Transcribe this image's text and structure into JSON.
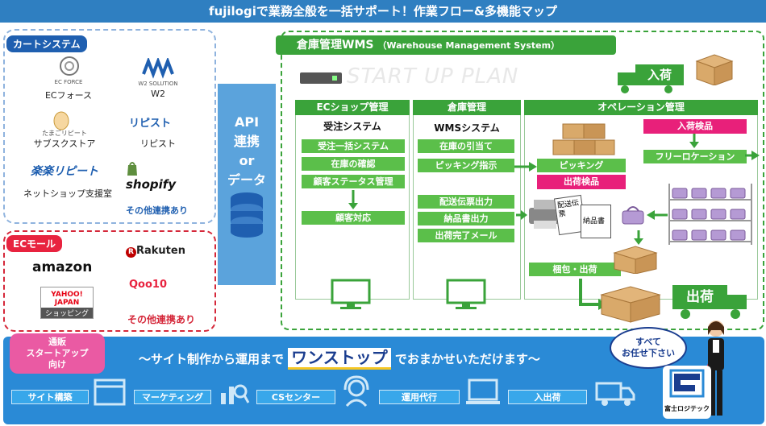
{
  "header": {
    "title": "fujilogiで業務全般を一括サポート！作業フロー&多機能マップ"
  },
  "cart": {
    "tag": "カートシステム",
    "items": [
      {
        "logo": "EC FORCE",
        "label": "ECフォース"
      },
      {
        "logo": "W2 SOLUTION",
        "label": "W2"
      },
      {
        "logo": "たまごリピート",
        "label": "サブスクストア"
      },
      {
        "logo": "リピスト",
        "label": "リピスト"
      },
      {
        "logo": "楽楽リピート",
        "label": "ネットショップ支援室"
      },
      {
        "logo": "shopify",
        "label": ""
      }
    ],
    "more": "その他連携あり"
  },
  "mall": {
    "tag": "ECモール",
    "items": [
      "amazon",
      "Rakuten",
      "YAHOO! JAPAN",
      "ショッピング",
      "Qoo10"
    ],
    "more": "その他連携あり"
  },
  "api": {
    "line1": "API",
    "line2": "連携",
    "line3": "or",
    "line4": "データ"
  },
  "wms": {
    "title": "倉庫管理WMS",
    "subtitle": "（Warehouse Management System）",
    "startup": "START UP PLAN",
    "columns": [
      {
        "head": "ECショップ管理",
        "sub": "受注システム",
        "items": [
          "受注一括システム",
          "在庫の確認",
          "顧客ステータス管理",
          "顧客対応"
        ]
      },
      {
        "head": "倉庫管理",
        "sub": "WMSシステム",
        "items": [
          "在庫の引当て",
          "ピッキング指示",
          "配送伝票出力",
          "納品書出力",
          "出荷完了メール"
        ]
      },
      {
        "head": "オペレーション管理",
        "pink": [
          "入荷検品",
          "出荷検品"
        ],
        "green": [
          "フリーロケーション",
          "ピッキング",
          "梱包・出荷"
        ]
      }
    ],
    "inbound": "入荷",
    "outbound": "出荷",
    "doc_labels": [
      "配送伝票",
      "納品書"
    ]
  },
  "bottom": {
    "tag_lines": [
      "通販",
      "スタートアップ",
      "向け"
    ],
    "slogan_pre": "～サイト制作から運用まで",
    "slogan_key": "ワンストップ",
    "slogan_post": "でおまかせいただけます～",
    "services": [
      "サイト構築",
      "マーケティング",
      "CSセンター",
      "運用代行",
      "入出荷"
    ],
    "speech": [
      "すべて",
      "お任せ下さい"
    ],
    "company": "富士ロジテック"
  },
  "colors": {
    "green": "#3aa33a",
    "blue": "#2a8ad6",
    "pink": "#e8207a",
    "red": "#e8233f"
  }
}
